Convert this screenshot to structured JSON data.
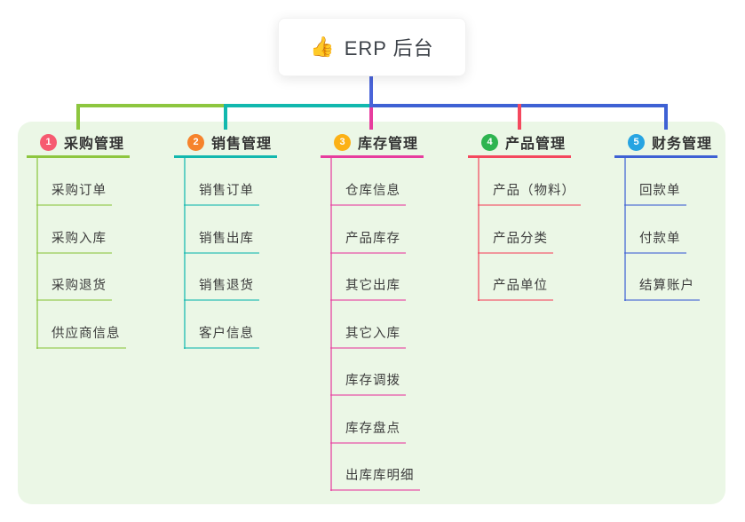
{
  "root": {
    "icon_name": "thumbs-up-icon",
    "icon": "👍",
    "label": "ERP 后台",
    "line_color": "#4a64d9"
  },
  "panel": {
    "bg_color": "#ebf7e6"
  },
  "branches": [
    {
      "num": "1",
      "label": "采购管理",
      "badge_color": "#f65a70",
      "line_color": "#8dc63f",
      "children": [
        "采购订单",
        "采购入库",
        "采购退货",
        "供应商信息"
      ]
    },
    {
      "num": "2",
      "label": "销售管理",
      "badge_color": "#f6832c",
      "line_color": "#12b8ae",
      "children": [
        "销售订单",
        "销售出库",
        "销售退货",
        "客户信息"
      ]
    },
    {
      "num": "3",
      "label": "库存管理",
      "badge_color": "#fcb116",
      "line_color": "#e73d9e",
      "children": [
        "仓库信息",
        "产品库存",
        "其它出库",
        "其它入库",
        "库存调拨",
        "库存盘点",
        "出库库明细"
      ]
    },
    {
      "num": "4",
      "label": "产品管理",
      "badge_color": "#2eb450",
      "line_color": "#f4485e",
      "children": [
        "产品（物料）",
        "产品分类",
        "产品单位"
      ]
    },
    {
      "num": "5",
      "label": "财务管理",
      "badge_color": "#27a4e2",
      "line_color": "#3e61d4",
      "children": [
        "回款单",
        "付款单",
        "结算账户"
      ]
    }
  ]
}
